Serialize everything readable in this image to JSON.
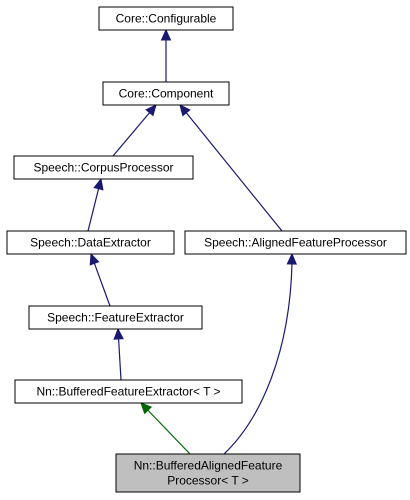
{
  "colors": {
    "inheritance_edge": "#191970",
    "template_edge": "#006400",
    "current_node_fill": "#bfbfbf"
  },
  "nodes": [
    {
      "id": "configurable",
      "lines": [
        "Core::Configurable"
      ],
      "current": false
    },
    {
      "id": "component",
      "lines": [
        "Core::Component"
      ],
      "current": false
    },
    {
      "id": "corpus-processor",
      "lines": [
        "Speech::CorpusProcessor"
      ],
      "current": false
    },
    {
      "id": "data-extractor",
      "lines": [
        "Speech::DataExtractor"
      ],
      "current": false
    },
    {
      "id": "aligned-feature-processor",
      "lines": [
        "Speech::AlignedFeatureProcessor"
      ],
      "current": false
    },
    {
      "id": "feature-extractor",
      "lines": [
        "Speech::FeatureExtractor"
      ],
      "current": false
    },
    {
      "id": "buffered-feature-extractor",
      "lines": [
        "Nn::BufferedFeatureExtractor< T >"
      ],
      "current": false
    },
    {
      "id": "buffered-aligned-feature-processor",
      "lines": [
        "Nn::BufferedAlignedFeature",
        "Processor< T >"
      ],
      "current": true
    }
  ],
  "edges": [
    {
      "from": "component",
      "to": "configurable",
      "kind": "inheritance"
    },
    {
      "from": "corpus-processor",
      "to": "component",
      "kind": "inheritance"
    },
    {
      "from": "aligned-feature-processor",
      "to": "component",
      "kind": "inheritance"
    },
    {
      "from": "data-extractor",
      "to": "corpus-processor",
      "kind": "inheritance"
    },
    {
      "from": "feature-extractor",
      "to": "data-extractor",
      "kind": "inheritance"
    },
    {
      "from": "buffered-feature-extractor",
      "to": "feature-extractor",
      "kind": "inheritance"
    },
    {
      "from": "buffered-aligned-feature-processor",
      "to": "buffered-feature-extractor",
      "kind": "template"
    },
    {
      "from": "buffered-aligned-feature-processor",
      "to": "aligned-feature-processor",
      "kind": "inheritance"
    }
  ]
}
